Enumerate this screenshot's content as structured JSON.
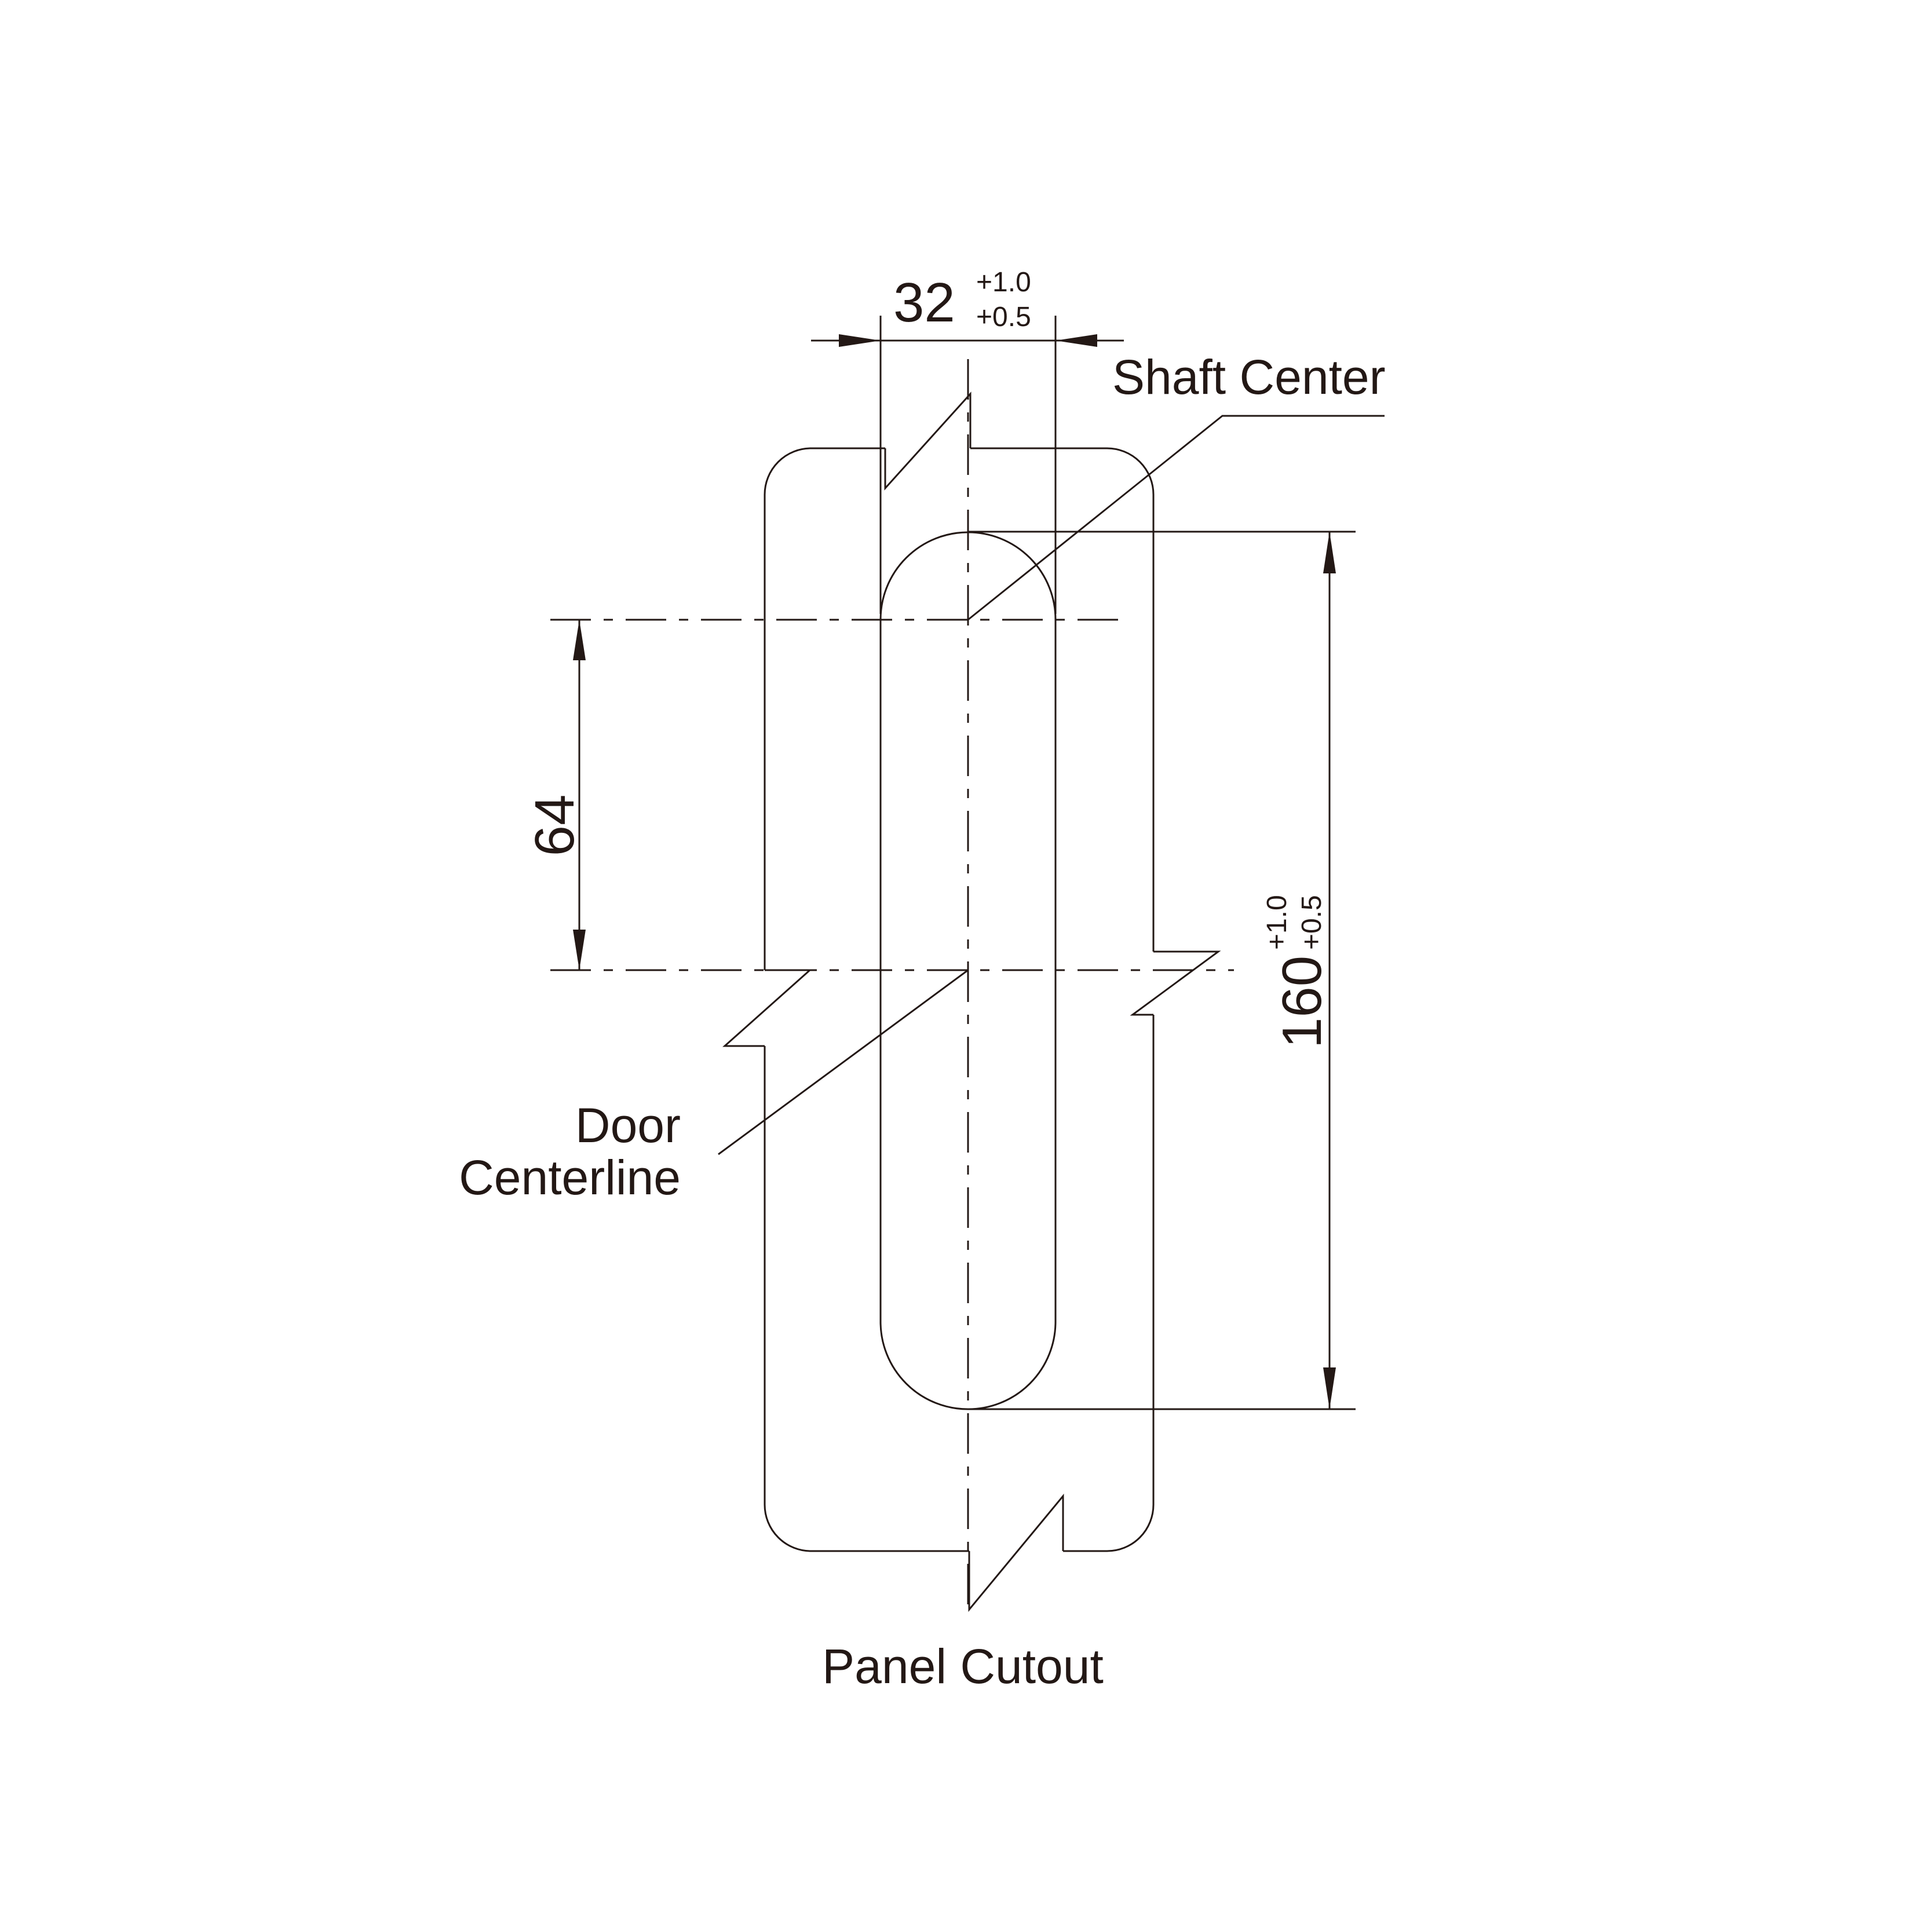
{
  "dimensions": {
    "width": {
      "value": "32",
      "tol_upper": "+1.0",
      "tol_lower": "+0.5"
    },
    "offset": {
      "value": "64"
    },
    "length": {
      "value": "160",
      "tol_upper": "+1.0",
      "tol_lower": "+0.5"
    }
  },
  "labels": {
    "shaft_center": "Shaft Center",
    "door_centerline_line1": "Door",
    "door_centerline_line2": "Centerline",
    "panel_cutout": "Panel Cutout"
  }
}
